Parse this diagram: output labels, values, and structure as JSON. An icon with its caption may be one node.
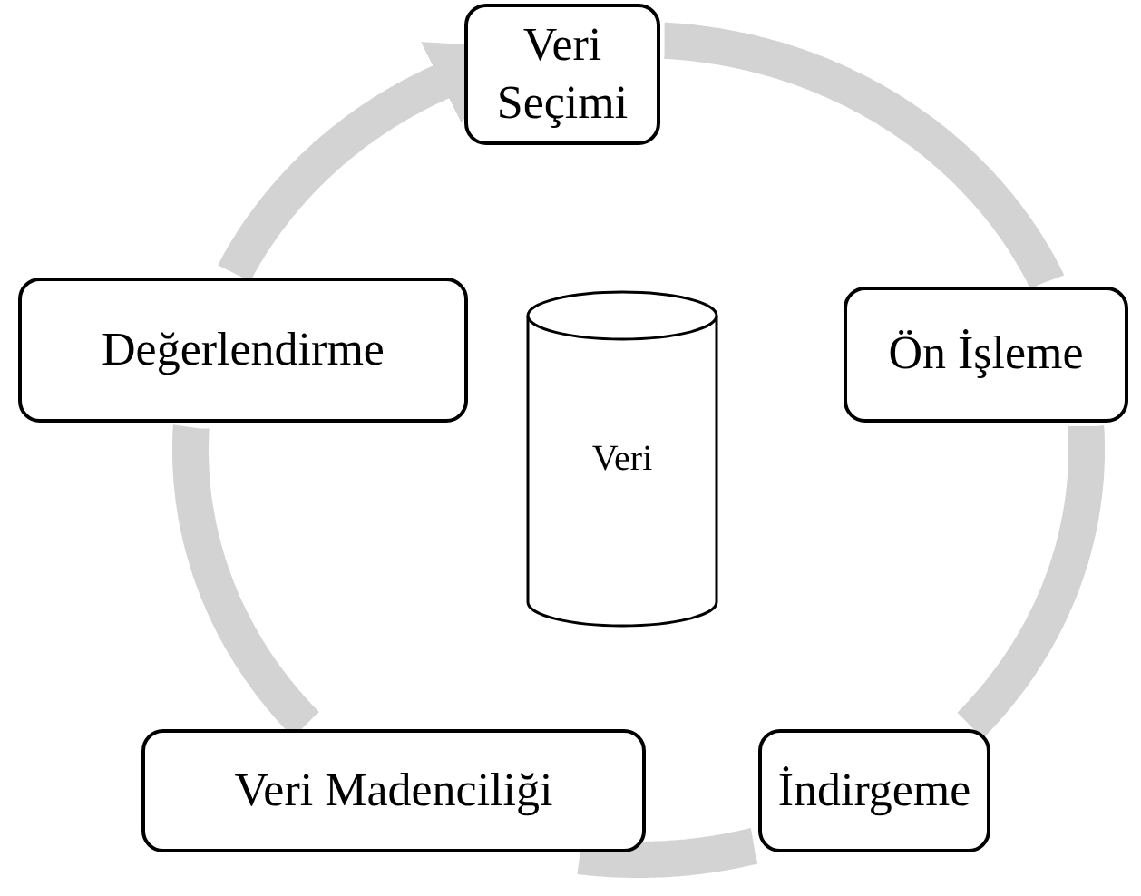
{
  "diagram": {
    "nodes": [
      {
        "text": [
          "Veri Seçimi"
        ]
      },
      {
        "text": [
          "Ön İşleme"
        ]
      },
      {
        "text": [
          "İndirgeme"
        ]
      },
      {
        "text": [
          "Veri Madenciliği"
        ]
      },
      {
        "text": [
          "Değerlendirme"
        ]
      },
      {
        "text": [
          "Veri"
        ]
      }
    ],
    "edges": [
      {
        "from": 0,
        "to": 1,
        "arrow": "none"
      },
      {
        "from": 1,
        "to": 2,
        "arrow": "none"
      },
      {
        "from": 2,
        "to": 3,
        "arrow": "none"
      },
      {
        "from": 3,
        "to": 4,
        "arrow": "none"
      },
      {
        "from": 4,
        "to": 0,
        "arrow": "to"
      }
    ]
  }
}
